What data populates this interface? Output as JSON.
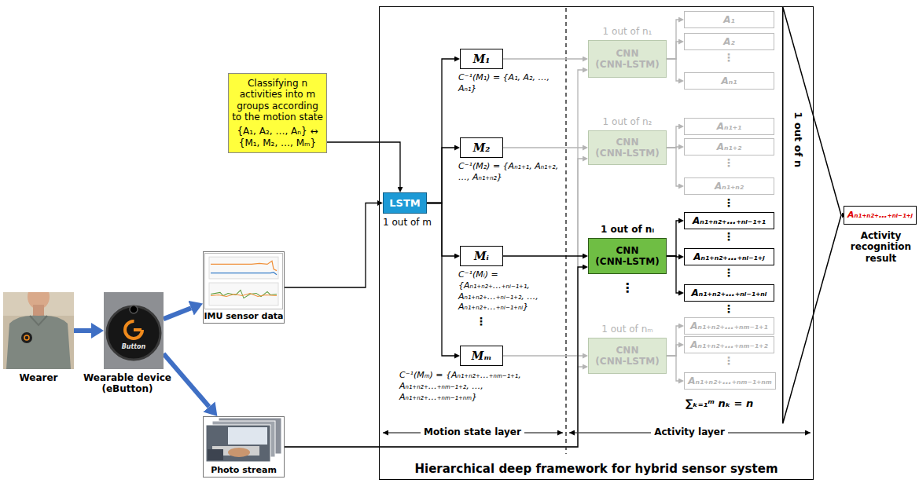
{
  "diagram": {
    "nodes": [
      {
        "text": [
          "Hierarchical deep framework for hybrid sensor system"
        ]
      },
      {
        "text": [
          "Wearer"
        ]
      },
      {
        "text": [
          "Wearable device (eButton)"
        ]
      },
      {
        "text": [
          "IMU sensor data"
        ]
      },
      {
        "text": [
          "Photo stream"
        ]
      },
      {
        "text": [
          "Classifying n activities into m groups according to the motion state",
          "{A₁, A₂, …, Aₙ} ↔ {M₁, M₂, …, Mₘ}"
        ]
      },
      {
        "text": [
          "LSTM"
        ],
        "in": 0
      },
      {
        "text": [
          "M₁"
        ],
        "in": 0
      },
      {
        "text": [
          "M₂"
        ],
        "in": 0
      },
      {
        "text": [
          "Mᵢ"
        ],
        "in": 0
      },
      {
        "text": [
          "Mₘ"
        ],
        "in": 0
      },
      {
        "text": [
          "CNN (CNN-LSTM)"
        ],
        "in": 0
      },
      {
        "text": [
          "CNN (CNN-LSTM)"
        ],
        "in": 0
      },
      {
        "text": [
          "CNN (CNN-LSTM)"
        ],
        "in": 0
      },
      {
        "text": [
          "CNN (CNN-LSTM)"
        ],
        "in": 0
      },
      {
        "text": [
          "A₁"
        ],
        "in": 0
      },
      {
        "text": [
          "A₂"
        ],
        "in": 0
      },
      {
        "text": [
          "Aₙ₁"
        ],
        "in": 0
      },
      {
        "text": [
          "Aₙ₁₊₁"
        ],
        "in": 0
      },
      {
        "text": [
          "Aₙ₁₊₂"
        ],
        "in": 0
      },
      {
        "text": [
          "Aₙ₁₊ₙ₂"
        ],
        "in": 0
      },
      {
        "text": [
          "Aₙ₁₊ₙ₂₊…₊ₙᵢ₋₁₊₁"
        ],
        "in": 0
      },
      {
        "text": [
          "Aₙ₁₊ₙ₂₊…₊ₙᵢ₋₁₊ⱼ"
        ],
        "in": 0
      },
      {
        "text": [
          "Aₙ₁₊ₙ₂₊…₊ₙᵢ₋₁₊ₙᵢ"
        ],
        "in": 0
      },
      {
        "text": [
          "Aₙ₁₊ₙ₂₊…₊ₙₘ₋₁₊₁"
        ],
        "in": 0
      },
      {
        "text": [
          "Aₙ₁₊ₙ₂₊…₊ₙₘ₋₁₊₂"
        ],
        "in": 0
      },
      {
        "text": [
          "Aₙ₁₊ₙ₂₊…₊ₙₘ₋₁₊ₙₘ"
        ],
        "in": 0
      },
      {
        "text": [
          "1 out of n"
        ]
      },
      {
        "text": [
          "Aₙ₁₊ₙ₂₊…₊ₙᵢ₋₁₊ⱼ",
          "Activity recognition result"
        ]
      }
    ],
    "edges": [
      {
        "from": 1,
        "to": 2,
        "arrow": "to"
      },
      {
        "from": 2,
        "to": 3,
        "arrow": "to"
      },
      {
        "from": 2,
        "to": 4,
        "arrow": "to"
      },
      {
        "from": 5,
        "to": 6,
        "arrow": "to"
      },
      {
        "from": 3,
        "to": 6,
        "arrow": "to"
      },
      {
        "from": 6,
        "to": 7,
        "arrow": "to"
      },
      {
        "from": 6,
        "to": 8,
        "arrow": "to"
      },
      {
        "from": 6,
        "to": 9,
        "arrow": "to"
      },
      {
        "from": 6,
        "to": 10,
        "arrow": "to"
      },
      {
        "from": 7,
        "to": 11,
        "arrow": "to"
      },
      {
        "from": 8,
        "to": 12,
        "arrow": "to"
      },
      {
        "from": 9,
        "to": 13,
        "arrow": "to"
      },
      {
        "from": 10,
        "to": 14,
        "arrow": "to"
      },
      {
        "from": 4,
        "to": 11,
        "arrow": "to"
      },
      {
        "from": 4,
        "to": 12,
        "arrow": "to"
      },
      {
        "from": 4,
        "to": 13,
        "arrow": "to"
      },
      {
        "from": 4,
        "to": 14,
        "arrow": "to"
      },
      {
        "from": 11,
        "to": 15,
        "arrow": "to"
      },
      {
        "from": 11,
        "to": 16,
        "arrow": "to"
      },
      {
        "from": 11,
        "to": 17,
        "arrow": "to"
      },
      {
        "from": 12,
        "to": 18,
        "arrow": "to"
      },
      {
        "from": 12,
        "to": 19,
        "arrow": "to"
      },
      {
        "from": 12,
        "to": 20,
        "arrow": "to"
      },
      {
        "from": 13,
        "to": 21,
        "arrow": "to"
      },
      {
        "from": 13,
        "to": 22,
        "arrow": "to"
      },
      {
        "from": 13,
        "to": 23,
        "arrow": "to"
      },
      {
        "from": 14,
        "to": 24,
        "arrow": "to"
      },
      {
        "from": 14,
        "to": 25,
        "arrow": "to"
      },
      {
        "from": 14,
        "to": 26,
        "arrow": "to"
      },
      {
        "from": 27,
        "to": 28,
        "arrow": "to"
      }
    ],
    "labels": [
      "Button",
      "1 out of m",
      "C⁻¹(M₁) = {A₁, A₂, …, Aₙ₁}",
      "C⁻¹(M₂) = {Aₙ₁₊₁, Aₙ₁₊₂, …, Aₙ₁₊ₙ₂}",
      "C⁻¹(Mᵢ) = {Aₙ₁₊ₙ₂₊…₊ₙᵢ₋₁₊₁, Aₙ₁₊ₙ₂₊…₊ₙᵢ₋₁₊₂, …, Aₙ₁₊ₙ₂₊…₊ₙᵢ₋₁₊ₙᵢ}",
      "⋮",
      "C⁻¹(Mₘ) = {Aₙ₁₊ₙ₂₊…₊ₙₘ₋₁₊₁, Aₙ₁₊ₙ₂₊…₊ₙₘ₋₁₊₂, …, Aₙ₁₊ₙ₂₊…₊ₙₘ₋₁₊ₙₘ}",
      "1 out of n₁",
      "1 out of n₂",
      "1 out of nᵢ",
      "⋮",
      "1 out of nₘ",
      "⋮",
      "⋮",
      "⋮",
      "⋮",
      "⋮",
      "⋮",
      "⋮",
      "∑ₖ₌₁ᵐ nₖ = n",
      "Motion state layer",
      "Activity layer"
    ]
  }
}
